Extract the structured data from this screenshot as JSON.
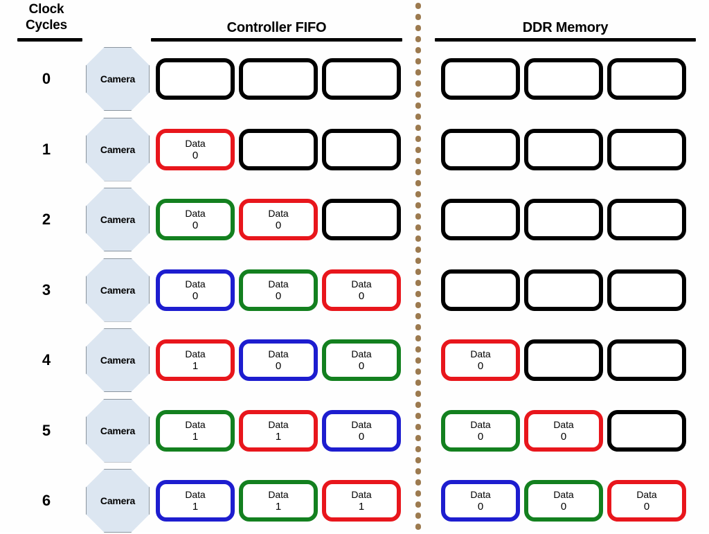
{
  "header": {
    "clock_cycles_line1": "Clock",
    "clock_cycles_line2": "Cycles",
    "controller_fifo": "Controller FIFO",
    "ddr_memory": "DDR Memory"
  },
  "camera_label": "Camera",
  "data_label": "Data",
  "colors": {
    "red": "#e8161c",
    "green": "#13801f",
    "blue": "#1d1dcf",
    "black": "#000000",
    "divider": "#9c7a4f",
    "camera_fill": "#dce6f1",
    "camera_stroke": "#8a949e"
  },
  "columns": {
    "fifo_slots": 3,
    "ddr_slots": 3
  },
  "rows": [
    {
      "cycle": "0",
      "fifo": [
        {
          "filled": false,
          "color": "black",
          "label": "",
          "value": ""
        },
        {
          "filled": false,
          "color": "black",
          "label": "",
          "value": ""
        },
        {
          "filled": false,
          "color": "black",
          "label": "",
          "value": ""
        }
      ],
      "ddr": [
        {
          "filled": false,
          "color": "black",
          "label": "",
          "value": ""
        },
        {
          "filled": false,
          "color": "black",
          "label": "",
          "value": ""
        },
        {
          "filled": false,
          "color": "black",
          "label": "",
          "value": ""
        }
      ]
    },
    {
      "cycle": "1",
      "fifo": [
        {
          "filled": true,
          "color": "red",
          "label": "Data",
          "value": "0"
        },
        {
          "filled": false,
          "color": "black",
          "label": "",
          "value": ""
        },
        {
          "filled": false,
          "color": "black",
          "label": "",
          "value": ""
        }
      ],
      "ddr": [
        {
          "filled": false,
          "color": "black",
          "label": "",
          "value": ""
        },
        {
          "filled": false,
          "color": "black",
          "label": "",
          "value": ""
        },
        {
          "filled": false,
          "color": "black",
          "label": "",
          "value": ""
        }
      ]
    },
    {
      "cycle": "2",
      "fifo": [
        {
          "filled": true,
          "color": "green",
          "label": "Data",
          "value": "0"
        },
        {
          "filled": true,
          "color": "red",
          "label": "Data",
          "value": "0"
        },
        {
          "filled": false,
          "color": "black",
          "label": "",
          "value": ""
        }
      ],
      "ddr": [
        {
          "filled": false,
          "color": "black",
          "label": "",
          "value": ""
        },
        {
          "filled": false,
          "color": "black",
          "label": "",
          "value": ""
        },
        {
          "filled": false,
          "color": "black",
          "label": "",
          "value": ""
        }
      ]
    },
    {
      "cycle": "3",
      "fifo": [
        {
          "filled": true,
          "color": "blue",
          "label": "Data",
          "value": "0"
        },
        {
          "filled": true,
          "color": "green",
          "label": "Data",
          "value": "0"
        },
        {
          "filled": true,
          "color": "red",
          "label": "Data",
          "value": "0"
        }
      ],
      "ddr": [
        {
          "filled": false,
          "color": "black",
          "label": "",
          "value": ""
        },
        {
          "filled": false,
          "color": "black",
          "label": "",
          "value": ""
        },
        {
          "filled": false,
          "color": "black",
          "label": "",
          "value": ""
        }
      ]
    },
    {
      "cycle": "4",
      "fifo": [
        {
          "filled": true,
          "color": "red",
          "label": "Data",
          "value": "1"
        },
        {
          "filled": true,
          "color": "blue",
          "label": "Data",
          "value": "0"
        },
        {
          "filled": true,
          "color": "green",
          "label": "Data",
          "value": "0"
        }
      ],
      "ddr": [
        {
          "filled": true,
          "color": "red",
          "label": "Data",
          "value": "0"
        },
        {
          "filled": false,
          "color": "black",
          "label": "",
          "value": ""
        },
        {
          "filled": false,
          "color": "black",
          "label": "",
          "value": ""
        }
      ]
    },
    {
      "cycle": "5",
      "fifo": [
        {
          "filled": true,
          "color": "green",
          "label": "Data",
          "value": "1"
        },
        {
          "filled": true,
          "color": "red",
          "label": "Data",
          "value": "1"
        },
        {
          "filled": true,
          "color": "blue",
          "label": "Data",
          "value": "0"
        }
      ],
      "ddr": [
        {
          "filled": true,
          "color": "green",
          "label": "Data",
          "value": "0"
        },
        {
          "filled": true,
          "color": "red",
          "label": "Data",
          "value": "0"
        },
        {
          "filled": false,
          "color": "black",
          "label": "",
          "value": ""
        }
      ]
    },
    {
      "cycle": "6",
      "fifo": [
        {
          "filled": true,
          "color": "blue",
          "label": "Data",
          "value": "1"
        },
        {
          "filled": true,
          "color": "green",
          "label": "Data",
          "value": "1"
        },
        {
          "filled": true,
          "color": "red",
          "label": "Data",
          "value": "1"
        }
      ],
      "ddr": [
        {
          "filled": true,
          "color": "blue",
          "label": "Data",
          "value": "0"
        },
        {
          "filled": true,
          "color": "green",
          "label": "Data",
          "value": "0"
        },
        {
          "filled": true,
          "color": "red",
          "label": "Data",
          "value": "0"
        }
      ]
    }
  ]
}
